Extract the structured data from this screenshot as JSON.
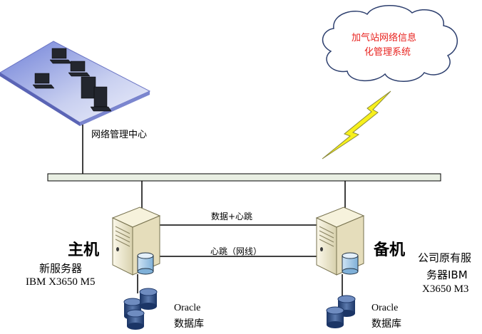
{
  "cloud": {
    "text_line1": "加气站网络信息",
    "text_line2": "化管理系统",
    "text_color": "#e8231f"
  },
  "network_center": {
    "label": "网络管理中心"
  },
  "links": {
    "data_heartbeat": "数据+心跳",
    "heartbeat_network": "心跳（网线）"
  },
  "primary": {
    "title": "主机",
    "desc_line1": "新服务器",
    "desc_line2": "IBM X3650 M5"
  },
  "backup": {
    "title": "备机",
    "desc_line1": "公司原有服",
    "desc_line2": "务器IBM",
    "desc_line3": "X3650 M3"
  },
  "db_left": {
    "line1": "Oracle",
    "line2": "数据库"
  },
  "db_right": {
    "line1": "Oracle",
    "line2": "数据库"
  },
  "colors": {
    "bus": "#e9efe3",
    "platform": "#8e9be0",
    "server_body": "#f1ecd2",
    "db_blue": "#2c4a7c",
    "lightning": "#f7f01c"
  }
}
